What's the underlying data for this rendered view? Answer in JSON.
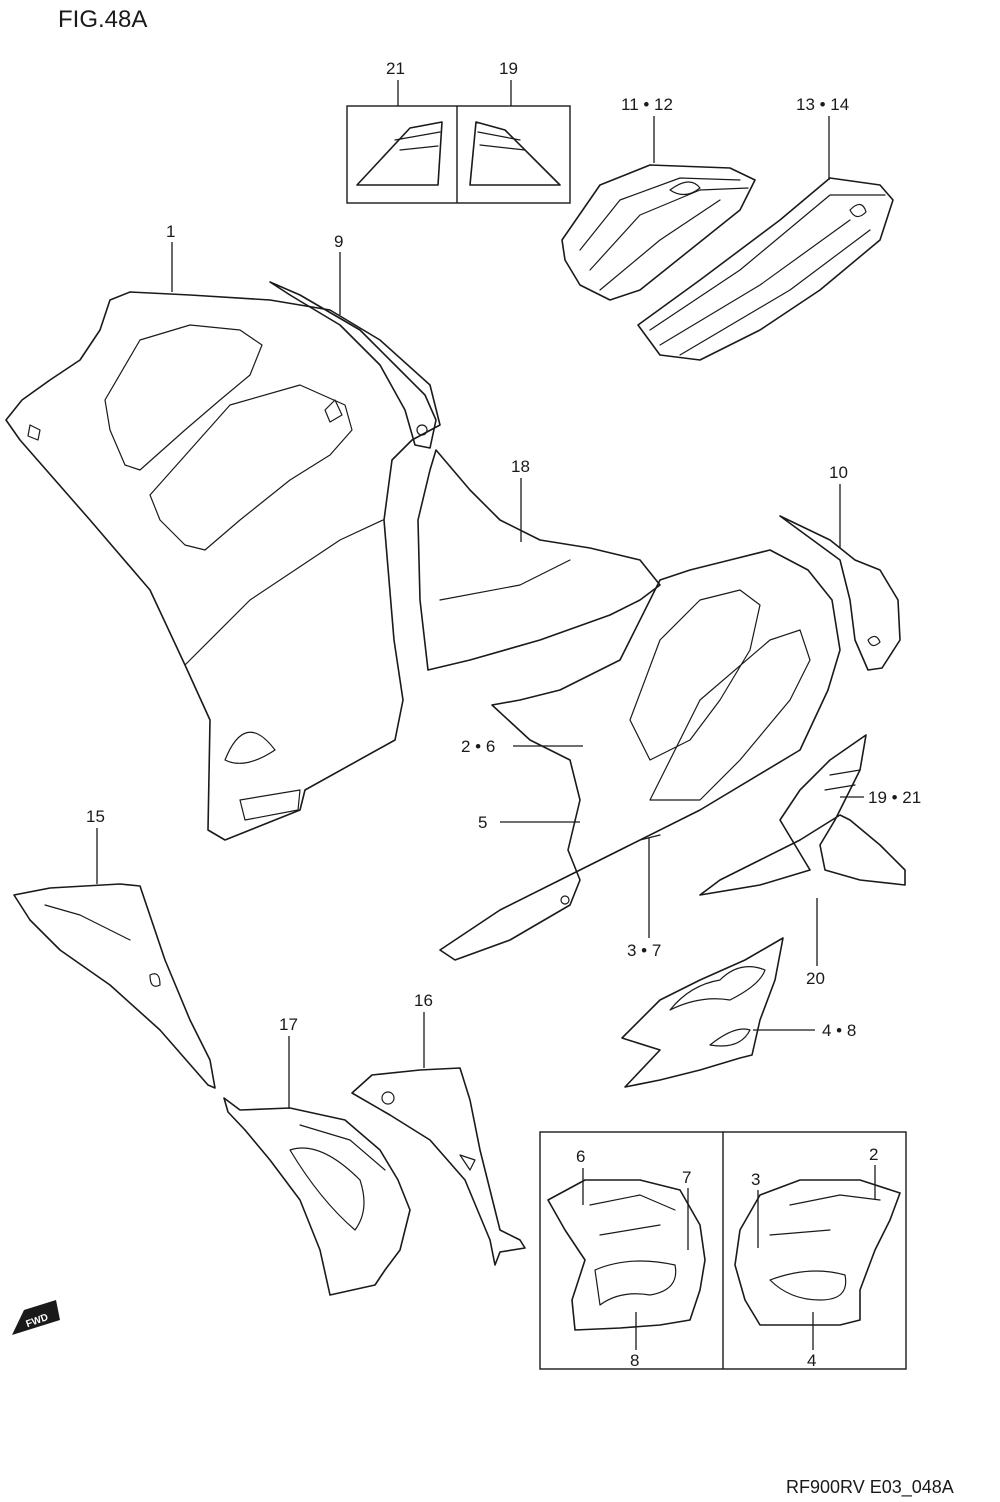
{
  "figure": {
    "title": "FIG.48A",
    "code": "RF900RV E03_048A"
  },
  "fwd_marker": {
    "label": "FWD",
    "icon": "fwd-arrow-icon"
  },
  "callouts": {
    "c1": "1",
    "c9": "9",
    "c21": "21",
    "c19": "19",
    "c11_12": "11 • 12",
    "c13_14": "13 • 14",
    "c18": "18",
    "c10": "10",
    "c2_6": "2 • 6",
    "c5": "5",
    "c19_21": "19 • 21",
    "c3_7": "3 • 7",
    "c20": "20",
    "c15": "15",
    "c4_8": "4 • 8",
    "c16": "16",
    "c17": "17",
    "inset_6": "6",
    "inset_7": "7",
    "inset_8": "8",
    "inset_3": "3",
    "inset_2": "2",
    "inset_4": "4"
  }
}
